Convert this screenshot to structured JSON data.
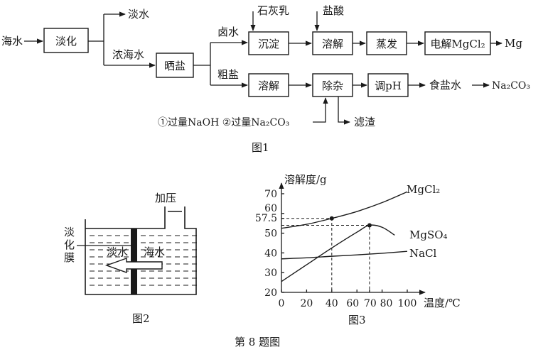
{
  "fig1": {
    "seawater": "海水",
    "desalinate": "淡化",
    "fresh_water": "淡水",
    "concentrated_seawater": "浓海水",
    "sun_salt": "晒盐",
    "brine": "卤水",
    "crude_salt": "粗盐",
    "lime_milk": "石灰乳",
    "hydrochloric_acid": "盐酸",
    "precipitate": "沉淀",
    "dissolve_top": "溶解",
    "evaporate": "蒸发",
    "electrolysis": "电解MgCl₂",
    "magnesium": "Mg",
    "dissolve_bottom": "溶解",
    "remove_impurities": "除杂",
    "adjust_ph": "调pH",
    "brine_salt": "食盐水",
    "product_na2co3": "Na₂CO₃",
    "reagents": "①过量NaOH ②过量Na₂CO₃",
    "filter_residue": "滤渣",
    "caption": "图1"
  },
  "fig2": {
    "pressure": "加压",
    "membrane_label_1": "淡",
    "membrane_label_2": "化",
    "membrane_label_3": "膜",
    "fresh_water": "淡水",
    "seawater": "海水",
    "caption": "图2"
  },
  "chart_data": {
    "type": "line",
    "ylabel": "溶解度/g",
    "xlabel": "温度/℃",
    "xlim": [
      0,
      100
    ],
    "ylim": [
      20,
      70
    ],
    "x_ticks": [
      "0",
      "20",
      "40",
      "60",
      "70",
      "80",
      "100"
    ],
    "y_ticks": [
      "20",
      "30",
      "40",
      "50",
      "57.5",
      "60",
      "70"
    ],
    "series": [
      {
        "name": "MgCl₂",
        "x": [
          0,
          20,
          40,
          60,
          80,
          100
        ],
        "y": [
          52.5,
          54.5,
          57.5,
          61,
          65.5,
          71
        ]
      },
      {
        "name": "MgSO₄",
        "x": [
          0,
          20,
          40,
          60,
          70,
          80,
          90
        ],
        "y": [
          25.5,
          34,
          42.5,
          50.5,
          54,
          53,
          49
        ]
      },
      {
        "name": "NaCl",
        "x": [
          0,
          20,
          40,
          60,
          80,
          100
        ],
        "y": [
          37,
          37.5,
          38.3,
          39,
          39.8,
          40.8
        ]
      }
    ],
    "marked_points": [
      {
        "x": 40,
        "y": 57.5
      },
      {
        "x": 70,
        "y": 54
      }
    ],
    "caption": "图3"
  },
  "footer_caption": "第 8 题图"
}
